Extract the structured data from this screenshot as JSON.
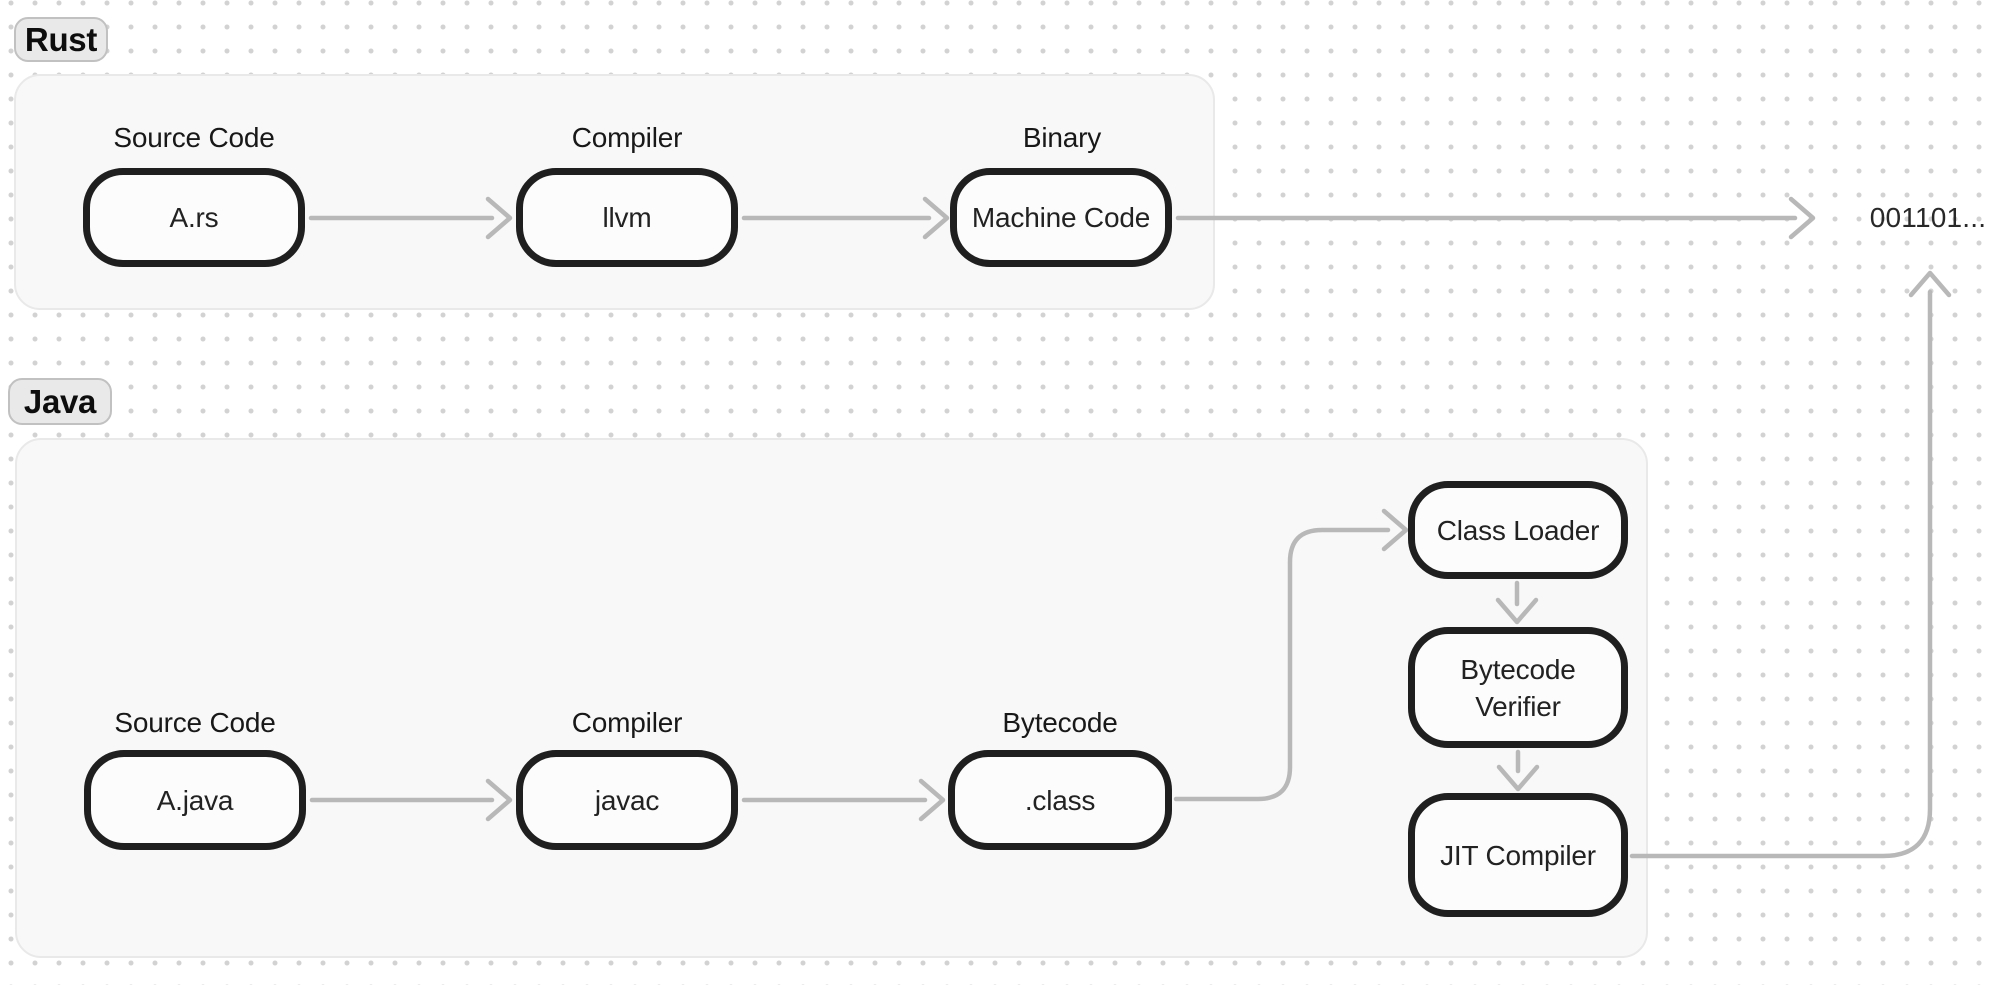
{
  "diagram": {
    "rust": {
      "badge": "Rust",
      "columns": [
        {
          "title": "Source Code",
          "node": "A.rs"
        },
        {
          "title": "Compiler",
          "node": "llvm"
        },
        {
          "title": "Binary",
          "node": "Machine Code"
        }
      ]
    },
    "java": {
      "badge": "Java",
      "columns": [
        {
          "title": "Source Code",
          "node": "A.java"
        },
        {
          "title": "Compiler",
          "node": "javac"
        },
        {
          "title": "Bytecode",
          "node": ".class"
        }
      ],
      "jvm": {
        "class_loader": "Class Loader",
        "bytecode_verifier": "Bytecode Verifier",
        "jit_compiler": "JIT Compiler"
      }
    },
    "output_text": "001101...",
    "colors": {
      "node_border": "#1f1f1f",
      "node_fill": "#fcfcfc",
      "arrow": "#b8b8b8",
      "group_fill": "#f8f8f8",
      "group_border": "#e9e9e9",
      "badge_fill": "#e9e9e9",
      "badge_border": "#c1c1c1",
      "dot_grid": "#d2d2d2",
      "text": "#1f1f1f"
    }
  }
}
